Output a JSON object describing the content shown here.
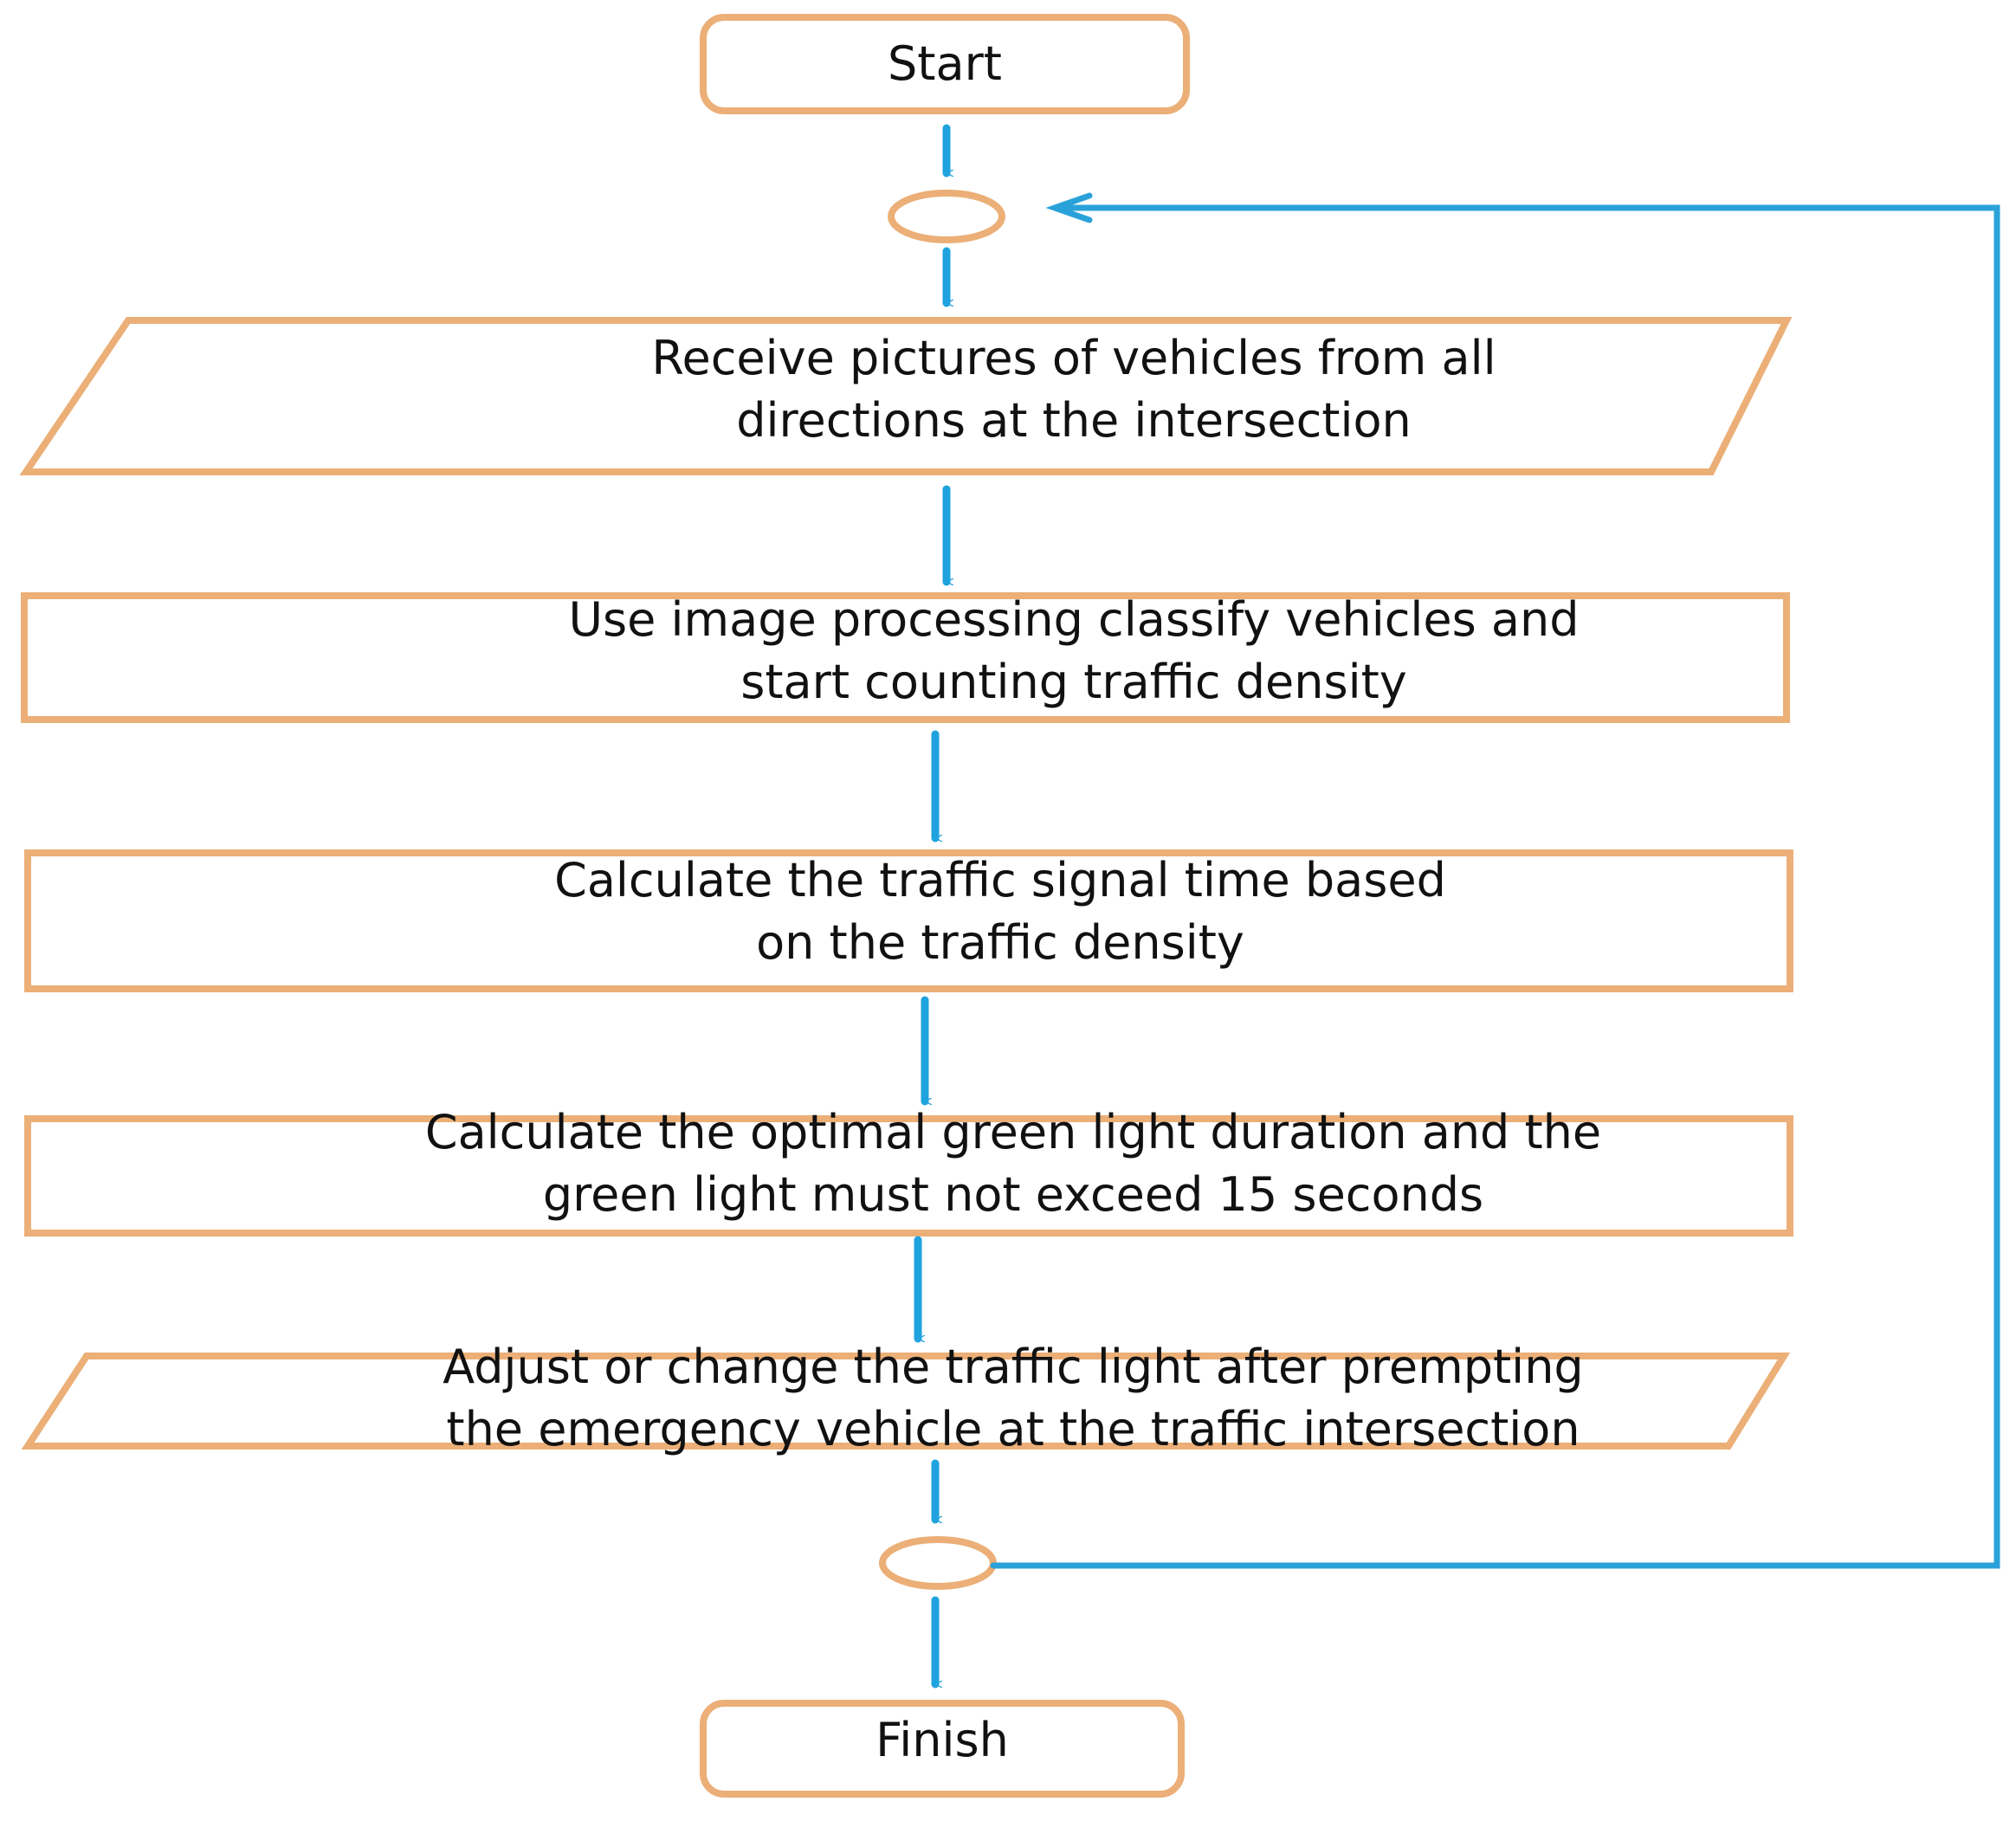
{
  "colors": {
    "shape_stroke": "#EBAF77",
    "arrow": "#1FA3DE",
    "loop_line": "#2AA2D9",
    "text": "#111111",
    "background": "#FFFFFF"
  },
  "nodes": {
    "start": {
      "shape": "terminal",
      "label": "Start"
    },
    "connector_top": {
      "shape": "connector"
    },
    "receive_pictures": {
      "shape": "data",
      "lines": [
        "Receive pictures of vehicles from all",
        "directions at the intersection"
      ]
    },
    "classify_vehicles": {
      "shape": "process",
      "lines": [
        "Use image processing classify vehicles and",
        "start counting traffic density"
      ]
    },
    "calculate_signal_time": {
      "shape": "process",
      "lines": [
        "Calculate the traffic signal time based",
        "on the traffic density"
      ]
    },
    "optimal_green": {
      "shape": "process",
      "lines": [
        "Calculate the optimal green light duration and the",
        "green light must not exceed 15 seconds"
      ]
    },
    "adjust_light": {
      "shape": "data",
      "lines": [
        "Adjust or change the traffic light after prempting",
        "the emergency vehicle at the traffic intersection"
      ]
    },
    "connector_bottom": {
      "shape": "connector"
    },
    "finish": {
      "shape": "terminal",
      "label": "Finish"
    }
  },
  "edges": [
    {
      "from": "start",
      "to": "connector_top"
    },
    {
      "from": "connector_top",
      "to": "receive_pictures"
    },
    {
      "from": "receive_pictures",
      "to": "classify_vehicles"
    },
    {
      "from": "classify_vehicles",
      "to": "calculate_signal_time"
    },
    {
      "from": "calculate_signal_time",
      "to": "optimal_green"
    },
    {
      "from": "optimal_green",
      "to": "adjust_light"
    },
    {
      "from": "adjust_light",
      "to": "connector_bottom"
    },
    {
      "from": "connector_bottom",
      "to": "finish"
    },
    {
      "from": "connector_bottom",
      "to": "connector_top",
      "kind": "loop"
    }
  ]
}
